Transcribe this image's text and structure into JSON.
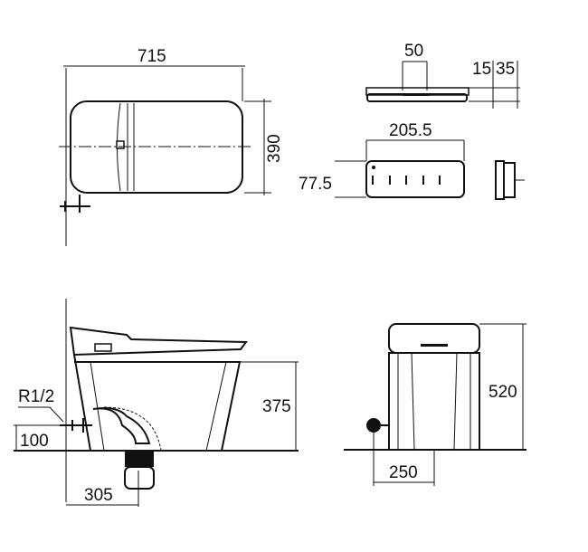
{
  "title": "Smart toilet dimension drawing",
  "dimensions": {
    "top_width": "715",
    "top_depth": "390",
    "remote_spacing": "50",
    "remote_thickness_a": "15",
    "remote_thickness_b": "35",
    "remote_width": "205.5",
    "remote_height": "77.5",
    "inlet_thread": "R1/2",
    "inlet_height": "100",
    "bowl_height": "375",
    "outlet_distance": "305",
    "total_height": "520",
    "inlet_offset": "250"
  }
}
